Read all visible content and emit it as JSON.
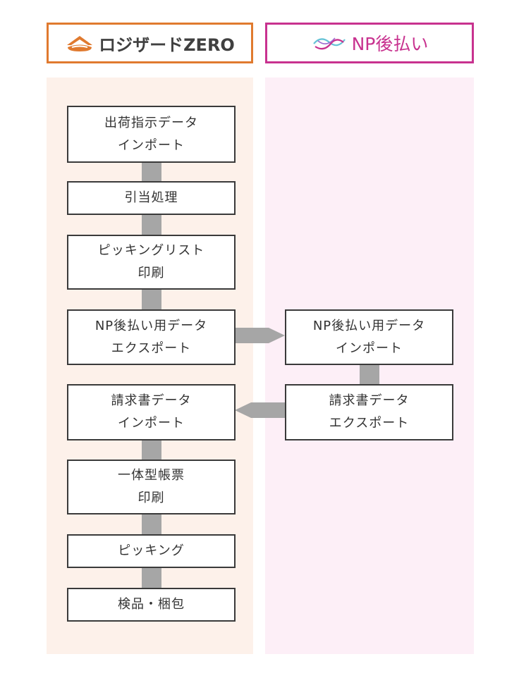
{
  "headers": {
    "left": "ロジザードZERO",
    "right": "NP後払い"
  },
  "colors": {
    "left_accent": "#e07a2f",
    "right_accent": "#c8328f",
    "left_lane_bg": "#fdf1ea",
    "right_lane_bg": "#fdeff7",
    "connector": "#a6a6a6"
  },
  "left_steps": [
    {
      "line1": "出荷指示データ",
      "line2": "インポート"
    },
    {
      "line1": "引当処理",
      "line2": ""
    },
    {
      "line1": "ピッキングリスト",
      "line2": "印刷"
    },
    {
      "line1": "NP後払い用データ",
      "line2": "エクスポート"
    },
    {
      "line1": "請求書データ",
      "line2": "インポート"
    },
    {
      "line1": "一体型帳票",
      "line2": "印刷"
    },
    {
      "line1": "ピッキング",
      "line2": ""
    },
    {
      "line1": "検品・梱包",
      "line2": ""
    }
  ],
  "right_steps": [
    {
      "line1": "NP後払い用データ",
      "line2": "インポート"
    },
    {
      "line1": "請求書データ",
      "line2": "エクスポート"
    }
  ]
}
